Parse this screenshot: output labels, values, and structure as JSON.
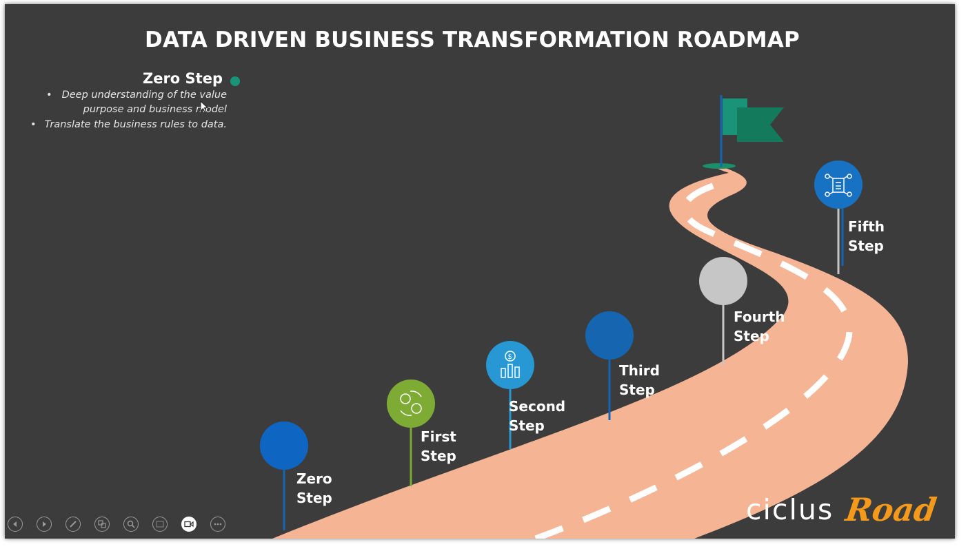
{
  "slide": {
    "title": "DATA DRIVEN BUSINESS TRANSFORMATION ROADMAP",
    "info": {
      "heading": "Zero Step",
      "bullet_1": "Deep understanding of the value purpose and business model",
      "bullet_2": "Translate the business rules to data."
    },
    "steps": [
      {
        "line1": "Zero",
        "line2": "Step",
        "color": "#0f66c2",
        "icon": "none"
      },
      {
        "line1": "First",
        "line2": "Step",
        "color": "#7eab34",
        "icon": "people-cycle-icon"
      },
      {
        "line1": "Second",
        "line2": "Step",
        "color": "#2798d3",
        "icon": "money-chart-icon"
      },
      {
        "line1": "Third",
        "line2": "Step",
        "color": "#1565b0",
        "icon": "none"
      },
      {
        "line1": "Fourth",
        "line2": "Step",
        "color": "#c6c6c6",
        "icon": "none"
      },
      {
        "line1": "Fifth",
        "line2": "Step",
        "color": "#1772c4",
        "icon": "network-document-icon"
      }
    ],
    "road_color": "#f5b594",
    "flag_color": "#1a8f6c",
    "logo": {
      "ciclus": "ciclus",
      "road": "Road"
    }
  },
  "toolbar": {
    "items": [
      "previous-icon",
      "next-icon",
      "pen-icon",
      "slides-icon",
      "zoom-icon",
      "subtitles-icon",
      "camera-icon",
      "more-icon"
    ]
  }
}
